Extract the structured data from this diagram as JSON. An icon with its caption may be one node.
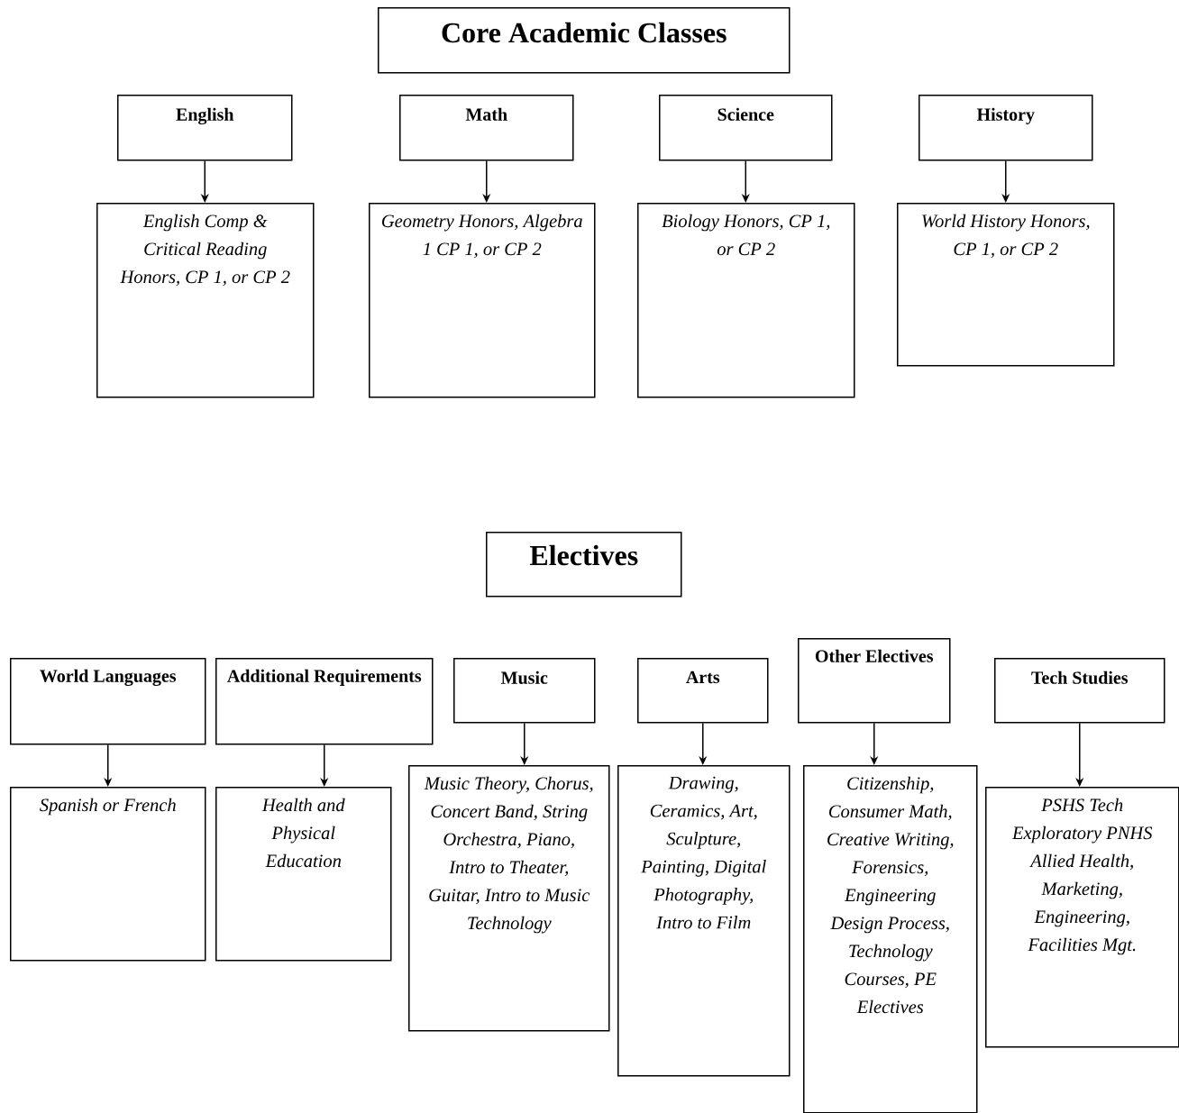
{
  "diagram": {
    "nodes": [
      {
        "text": [
          "Core Academic Classes"
        ]
      },
      {
        "text": [
          "English"
        ]
      },
      {
        "text": [
          "English Comp & Critical Reading Honors, CP 1, or CP 2"
        ]
      },
      {
        "text": [
          "Math"
        ]
      },
      {
        "text": [
          "Geometry Honors, Algebra 1 CP 1, or CP 2"
        ]
      },
      {
        "text": [
          "Science"
        ]
      },
      {
        "text": [
          "Biology Honors, CP 1, or CP 2"
        ]
      },
      {
        "text": [
          "History"
        ]
      },
      {
        "text": [
          "World History Honors, CP 1, or CP 2"
        ]
      },
      {
        "text": [
          "Electives"
        ]
      },
      {
        "text": [
          "World Languages"
        ]
      },
      {
        "text": [
          "Spanish or French"
        ]
      },
      {
        "text": [
          "Additional Requirements"
        ]
      },
      {
        "text": [
          "Health and Physical Education"
        ]
      },
      {
        "text": [
          "Music"
        ]
      },
      {
        "text": [
          "Music Theory, Chorus, Concert Band, String Orchestra, Piano, Intro to Theater, Guitar, Intro to Music Technology"
        ]
      },
      {
        "text": [
          "Arts"
        ]
      },
      {
        "text": [
          "Drawing, Ceramics, Art, Sculpture, Painting, Digital Photography, Intro to Film"
        ]
      },
      {
        "text": [
          "Other Electives"
        ]
      },
      {
        "text": [
          "Citizenship, Consumer Math, Creative Writing, Forensics, Engineering Design Process, Technology Courses, PE Electives"
        ]
      },
      {
        "text": [
          "Tech Studies"
        ]
      },
      {
        "text": [
          "PSHS Tech Exploratory PNHS Allied Health, Marketing, Engineering, Facilities Mgt."
        ]
      }
    ],
    "edges": [
      {
        "from": 1,
        "to": 2,
        "arrow": "to"
      },
      {
        "from": 3,
        "to": 4,
        "arrow": "to"
      },
      {
        "from": 5,
        "to": 6,
        "arrow": "to"
      },
      {
        "from": 7,
        "to": 8,
        "arrow": "to"
      },
      {
        "from": 10,
        "to": 11,
        "arrow": "to"
      },
      {
        "from": 12,
        "to": 13,
        "arrow": "to"
      },
      {
        "from": 14,
        "to": 15,
        "arrow": "to"
      },
      {
        "from": 16,
        "to": 17,
        "arrow": "to"
      },
      {
        "from": 18,
        "to": 19,
        "arrow": "to"
      },
      {
        "from": 20,
        "to": 21,
        "arrow": "to"
      }
    ]
  }
}
